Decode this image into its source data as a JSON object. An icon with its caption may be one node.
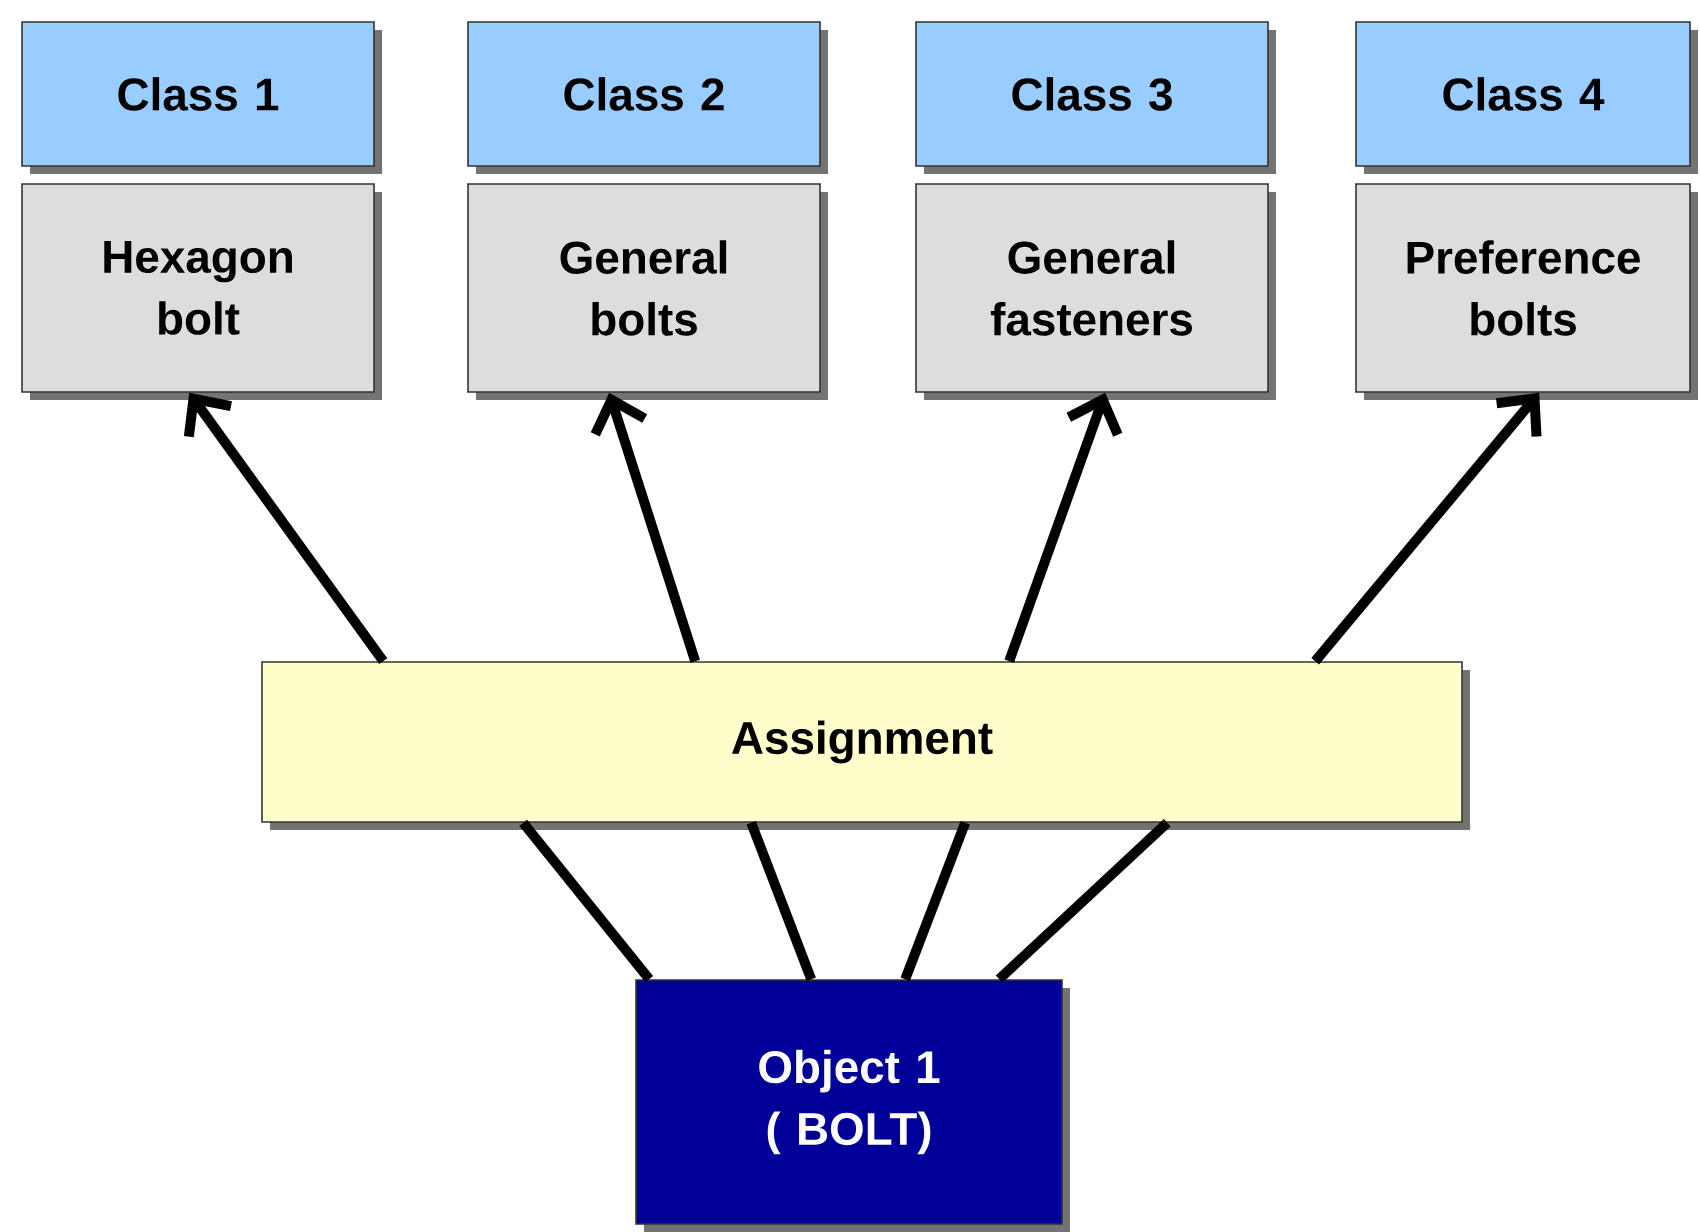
{
  "diagram": {
    "nodes": [
      {
        "text": [
          "Class 1"
        ]
      },
      {
        "text": [
          "Class 2"
        ]
      },
      {
        "text": [
          "Class 3"
        ]
      },
      {
        "text": [
          "Class 4"
        ]
      },
      {
        "text": [
          "Hexagon bolt"
        ]
      },
      {
        "text": [
          "General bolts"
        ]
      },
      {
        "text": [
          "General fasteners"
        ]
      },
      {
        "text": [
          "Preference bolts"
        ]
      },
      {
        "text": [
          "Assignment"
        ]
      },
      {
        "text": [
          "Object 1 ( BOLT)"
        ]
      }
    ],
    "edges": [
      {
        "from": 9,
        "to": 8,
        "arrow": "none"
      },
      {
        "from": 9,
        "to": 8,
        "arrow": "none"
      },
      {
        "from": 9,
        "to": 8,
        "arrow": "none"
      },
      {
        "from": 9,
        "to": 8,
        "arrow": "none"
      },
      {
        "from": 8,
        "to": 4,
        "arrow": "to"
      },
      {
        "from": 8,
        "to": 5,
        "arrow": "to"
      },
      {
        "from": 8,
        "to": 6,
        "arrow": "to"
      },
      {
        "from": 8,
        "to": 7,
        "arrow": "to"
      }
    ]
  }
}
